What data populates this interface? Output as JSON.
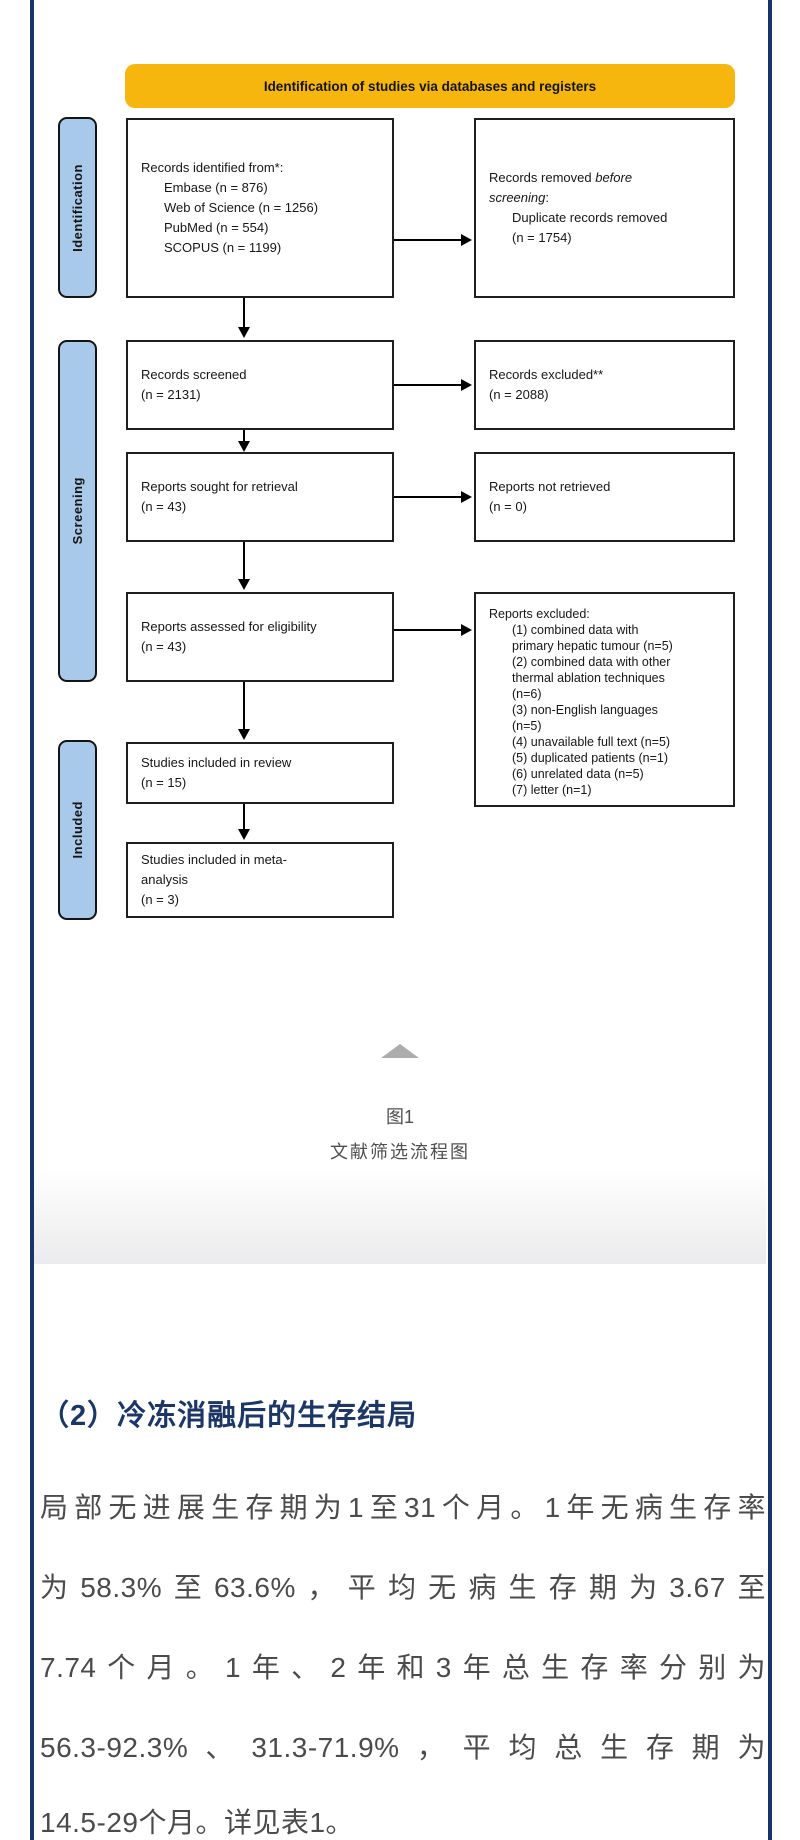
{
  "colors": {
    "banner_bg": "#F7B60E",
    "stage_bar_bg": "#A9C9EA",
    "side_rail": "#17356A",
    "heading_text": "#1C3766",
    "body_text": "#4B4B4B"
  },
  "prisma": {
    "banner": "Identification of studies via databases and registers",
    "stages": [
      "Identification",
      "Screening",
      "Included"
    ],
    "box_records_identified": {
      "title": "Records identified from*:",
      "items": [
        "Embase (n = 876)",
        "Web of Science (n = 1256)",
        "PubMed (n = 554)",
        "SCOPUS (n = 1199)"
      ]
    },
    "box_records_removed": {
      "line1_normal": "Records removed ",
      "line1_italic": "before",
      "line2_italic": "screening",
      "line2_normal": ":",
      "sub1": "Duplicate records removed",
      "sub2": "(n = 1754)"
    },
    "box_records_screened": {
      "line1": "Records screened",
      "line2": "(n = 2131)"
    },
    "box_records_excluded": {
      "line1": "Records excluded**",
      "line2": "(n = 2088)"
    },
    "box_reports_sought": {
      "line1": "Reports sought for retrieval",
      "line2": "(n = 43)"
    },
    "box_reports_not_retrieved": {
      "line1": "Reports not retrieved",
      "line2": "(n = 0)"
    },
    "box_reports_assessed": {
      "line1": "Reports assessed for eligibility",
      "line2": "(n = 43)"
    },
    "box_reports_excluded": {
      "title": "Reports excluded:",
      "lines": [
        "(1) combined data with",
        "primary hepatic tumour (n=5)",
        "(2) combined data with other",
        "thermal ablation techniques",
        "(n=6)",
        "(3) non-English languages",
        "(n=5)",
        "(4) unavailable full text (n=5)",
        "(5) duplicated patients (n=1)",
        "(6) unrelated data (n=5)",
        "(7) letter (n=1)"
      ]
    },
    "box_included_review": {
      "line1": "Studies included in review",
      "line2": "(n = 15)"
    },
    "box_included_meta": {
      "line1": "Studies included in meta-",
      "line2": "analysis",
      "line3": "(n = 3)"
    }
  },
  "caption": {
    "figure_label": "图1",
    "figure_title": "文献筛选流程图"
  },
  "section": {
    "heading": "（2）冷冻消融后的生存结局",
    "lines": [
      "局部无进展生存期为1至31个月。1年无病生存率",
      "为58.3%至63.6%，平均无病生存期为3.67至",
      "7.74个月。1年、2年和3年总生存率分别为",
      "56.3-92.3%、31.3-71.9%，平均总生存期为",
      "14.5-29个月。详见表1。"
    ]
  }
}
